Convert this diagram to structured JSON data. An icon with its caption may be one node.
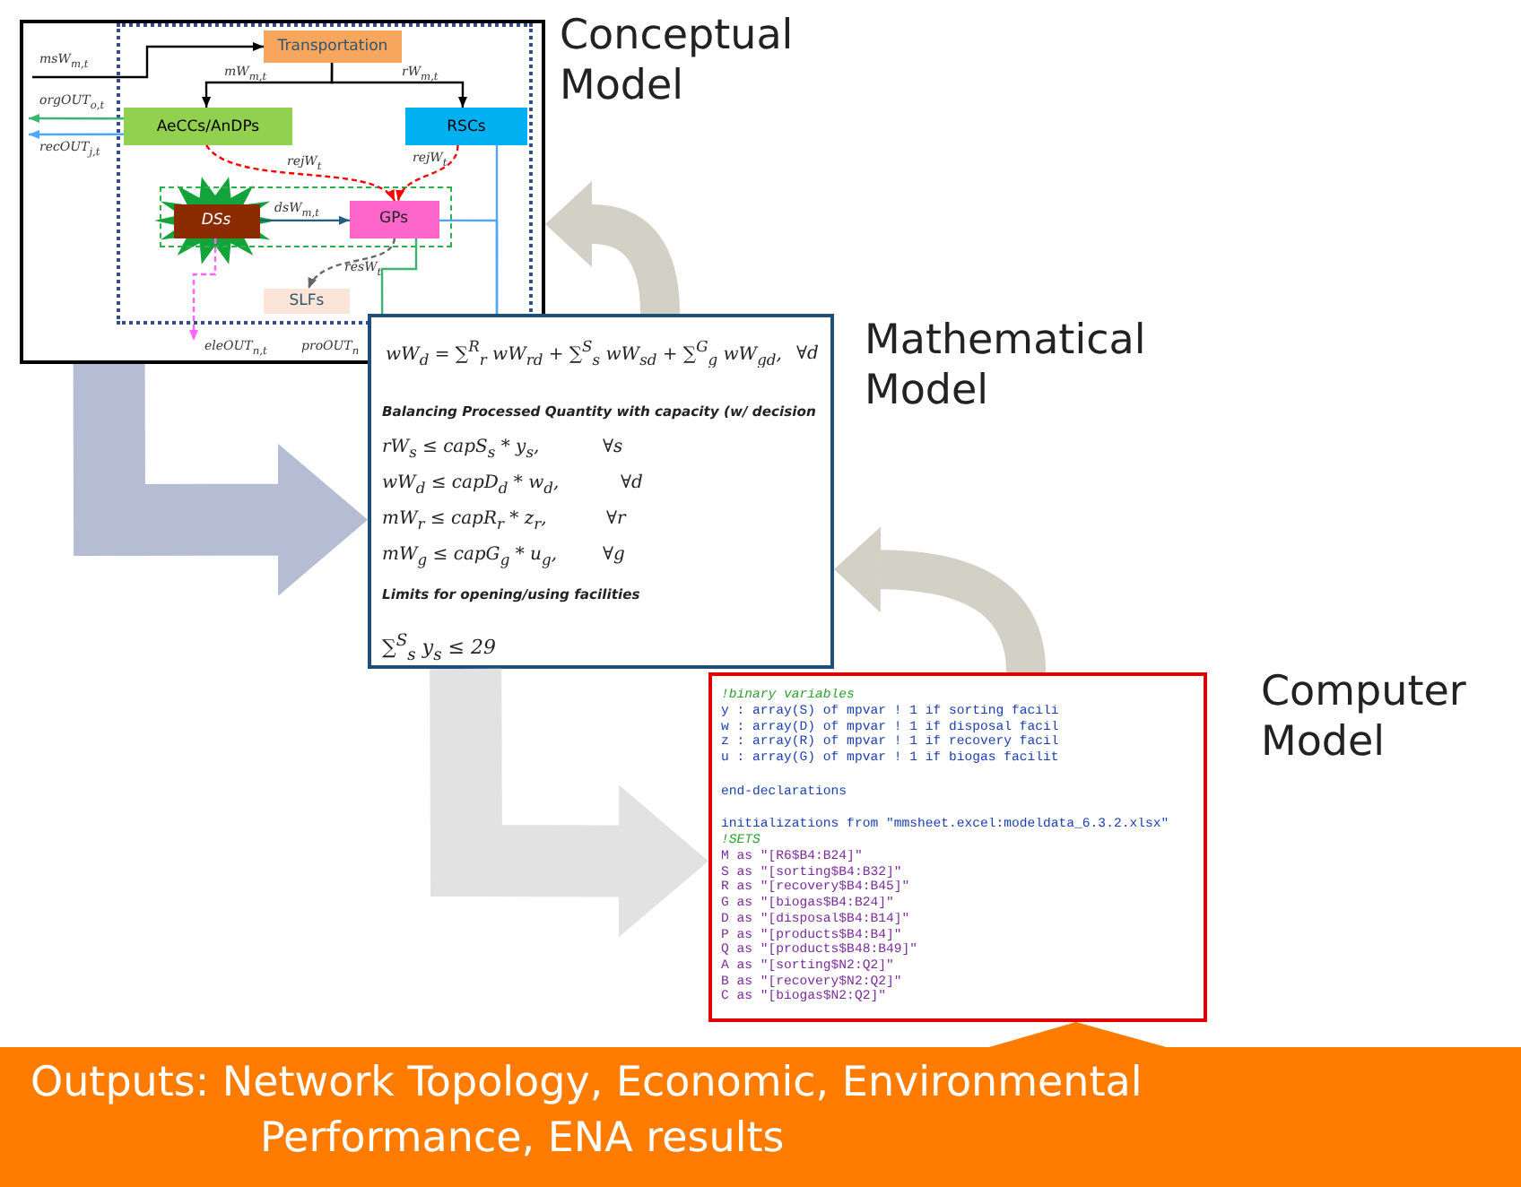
{
  "diagram": {
    "nodes": [
      {
        "text": [
          "Conceptual Model"
        ]
      },
      {
        "text": [],
        "shape": "box",
        "in": 0
      },
      {
        "text": [
          "Transportation"
        ],
        "in": 1
      },
      {
        "text": [
          "AeCCs/AnDPs"
        ],
        "in": 1
      },
      {
        "text": [
          "RSCs"
        ],
        "in": 1
      },
      {
        "text": [],
        "shape": "box",
        "in": 1
      },
      {
        "text": [
          "DSs"
        ],
        "in": 5
      },
      {
        "text": [
          "GPs"
        ],
        "in": 5
      },
      {
        "text": [
          "SLFs"
        ],
        "in": 1
      },
      {
        "text": [
          "Mathematical Model",
          "wW$_{d}$ = ∑$^{R}$$_{r}$ wW$_{rd}$ + ∑$^{S}$$_{s}$ wW$_{sd}$ + ∑$^{G}$$_{g}$ wW$_{gd}$,",
          "∀d",
          "Balancing Processed Quantity with capacity (w/ decision",
          "rW$_{s}$ ≤ capS$_{s}$ * y$_{s}$,",
          "∀s",
          "wW$_{d}$ ≤ capD$_{d}$ * w$_{d}$,",
          "∀d",
          "mW$_{r}$ ≤ capR$_{r}$ * z$_{r}$,",
          "∀r",
          "mW$_{g}$ ≤ capG$_{g}$ * u$_{g}$,",
          "∀g",
          "Limits for opening/using facilities",
          "∑$^{S}$$_{s}$ y$_{s}$ ≤ 29"
        ]
      },
      {
        "text": [
          "Computer Model",
          "!binary variables",
          "y   : array(S) of mpvar            ! 1 if sorting facili",
          "w   : array(D) of mpvar            ! 1 if disposal facil",
          "z   : array(R) of mpvar            ! 1 if recovery facil",
          "u   : array(G) of mpvar            ! 1 if biogas facilit",
          "end-declarations",
          "initializations from \"mmsheet.excel:modeldata_6.3.2.xlsx\"",
          "!SETS",
          "M as \"[R6$B4:B24]\"",
          "S as \"[sorting$B4:B32]\"",
          "R as \"[recovery$B4:B45]\"",
          "G as \"[biogas$B4:B24]\"",
          "D as \"[disposal$B4:B14]\"",
          "P as \"[products$B4:B4]\"",
          "Q as \"[products$B48:B49]\"",
          "A as \"[sorting$N2:Q2]\"",
          "B as \"[recovery$N2:Q2]\"",
          "C as \"[biogas$N2:Q2]\""
        ]
      },
      {
        "text": [
          "Outputs: Network Topology, Economic, Environmental Performance, ENA results"
        ]
      }
    ],
    "edges": [
      {
        "from": 0,
        "to": 9,
        "arrow": "to",
        "style": "thick",
        "color": "#b4bdd4"
      },
      {
        "from": 9,
        "to": 10,
        "arrow": "to",
        "style": "thick",
        "color": "#e2e2e2"
      },
      {
        "from": 9,
        "to": 0,
        "arrow": "to",
        "style": "thick",
        "color": "#d3d0c6"
      },
      {
        "from": 10,
        "to": 9,
        "arrow": "to",
        "style": "thick",
        "color": "#d3d0c6"
      },
      {
        "from": 11,
        "to": 10,
        "arrow": "to",
        "color": "#ff7c00"
      },
      {
        "from": null,
        "to": 2,
        "arrow": "to",
        "label": "msW$_{m,t}$"
      },
      {
        "from": 2,
        "to": 3,
        "arrow": "to",
        "label": "mW$_{m,t}$"
      },
      {
        "from": 2,
        "to": 4,
        "arrow": "to",
        "label": "rW$_{m,t}$"
      },
      {
        "from": 3,
        "to": null,
        "arrow": "to",
        "label": "orgOUT$_{o,t}$",
        "color": "#3cb371"
      },
      {
        "from": 3,
        "to": null,
        "arrow": "to",
        "label": "recOUT$_{j,t}$",
        "color": "#4da6ff"
      },
      {
        "from": 3,
        "to": 7,
        "arrow": "to",
        "label": "rejW$_{t}$",
        "style": "dashed",
        "color": "#ff0000"
      },
      {
        "from": 4,
        "to": 7,
        "arrow": "to",
        "label": "rejW$_{t}$",
        "style": "dashed",
        "color": "#ff0000"
      },
      {
        "from": 6,
        "to": 7,
        "arrow": "to",
        "label": "dsW$_{m,t}$",
        "color": "#1f5f7f"
      },
      {
        "from": 7,
        "to": 8,
        "arrow": "to",
        "label": "resW$_{t}$",
        "style": "dashed",
        "color": "#666666"
      },
      {
        "from": 6,
        "to": null,
        "arrow": "to",
        "label": "eleOUT$_{n,t}$",
        "style": "dashed",
        "color": "#ff66ff"
      },
      {
        "from": 7,
        "to": 9,
        "arrow": "none",
        "label": "proOUT$_{n}$",
        "color": "#3cb371"
      },
      {
        "from": 7,
        "to": 9,
        "arrow": "none",
        "color": "#4da6ff"
      },
      {
        "from": 4,
        "to": 9,
        "arrow": "none",
        "color": "#4da6ff"
      }
    ]
  }
}
